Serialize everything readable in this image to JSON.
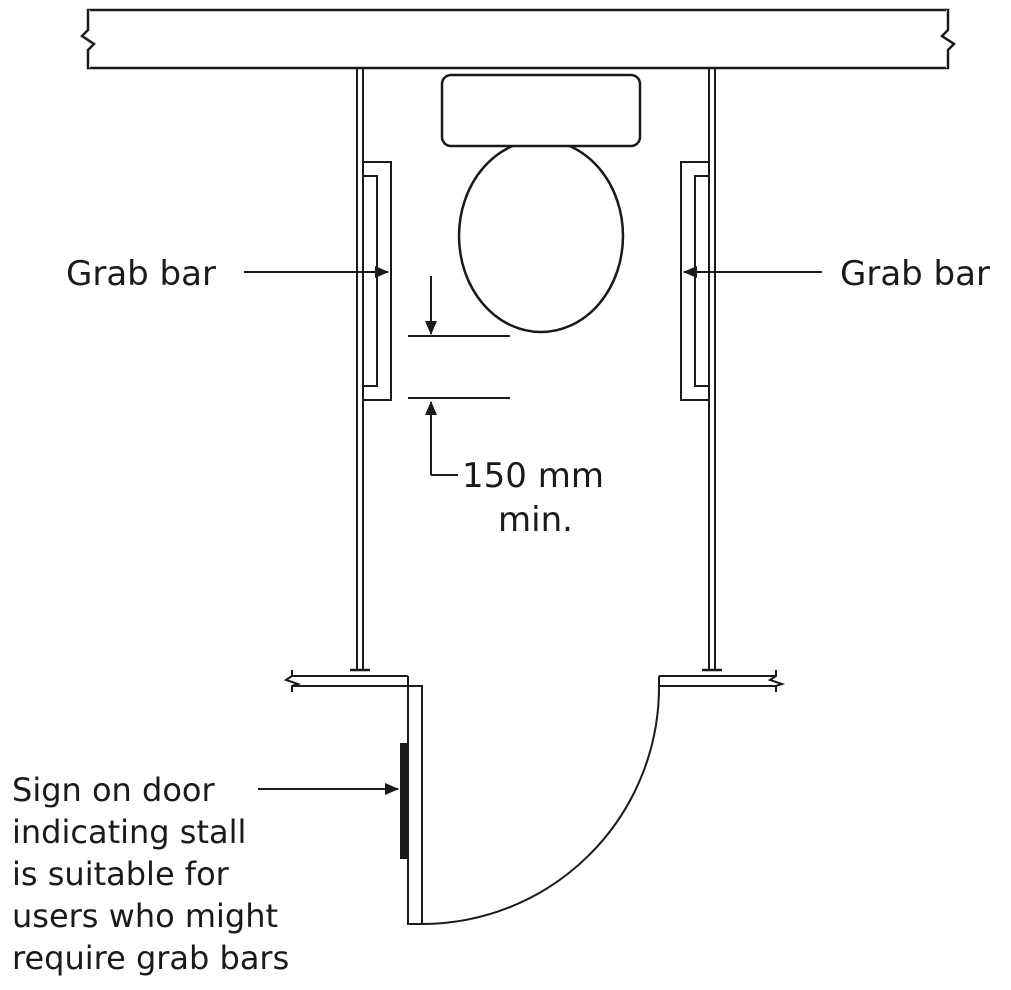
{
  "labels": {
    "grab_bar_left": "Grab bar",
    "grab_bar_right": "Grab bar",
    "dimension_value": "150 mm",
    "dimension_qualifier": "min.",
    "sign_lines": [
      "Sign on door",
      "indicating stall",
      "is suitable for",
      "users who might",
      "require grab bars"
    ]
  },
  "colors": {
    "line": "#1a1a1a",
    "background": "#ffffff"
  }
}
